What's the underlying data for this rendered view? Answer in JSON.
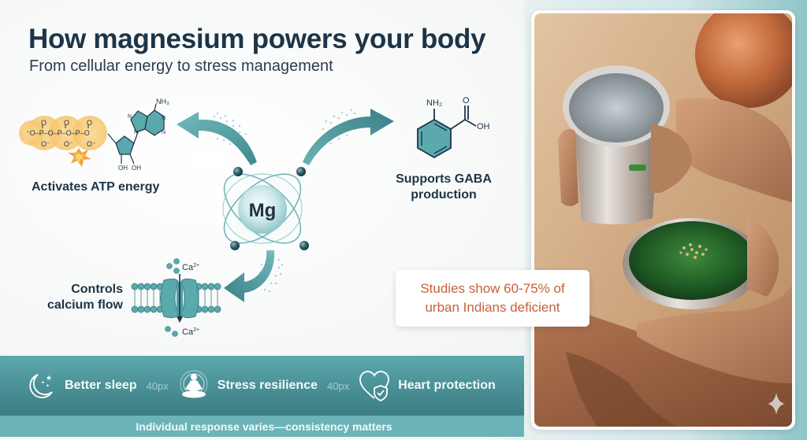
{
  "header": {
    "title": "How magnesium powers your body",
    "subtitle": "From cellular energy to stress management"
  },
  "diagram": {
    "center_element": "Mg",
    "functions": [
      {
        "id": "atp",
        "label": "Activates ATP energy",
        "molecule": "ATP",
        "molecule_labels": {
          "amine": "NH3",
          "hydroxyl_1": "OH",
          "hydroxyl_2": "OH"
        }
      },
      {
        "id": "gaba",
        "label": "Supports GABA production",
        "label_lines": [
          "Supports GABA",
          "production"
        ],
        "molecule_labels": {
          "amine": "NH2",
          "acid_oxygen": "O",
          "acid_hydroxyl": "OH"
        }
      },
      {
        "id": "calcium",
        "label": "Controls calcium flow",
        "label_lines": [
          "Controls",
          "calcium flow"
        ],
        "ion_top": "Ca2+",
        "ion_bottom": "Ca2+"
      }
    ],
    "colors": {
      "teal_dark": "#3f8a8f",
      "teal": "#5aa9ad",
      "teal_light": "#a9d5d7",
      "navy_text": "#1d3448",
      "atp_glow": "#f7c873",
      "spark": "#f4a23a"
    }
  },
  "benefits": {
    "items": [
      {
        "icon": "moon-stars-icon",
        "label": "Better sleep"
      },
      {
        "icon": "meditation-icon",
        "label": "Stress resilience"
      },
      {
        "icon": "heart-shield-icon",
        "label": "Heart protection"
      }
    ],
    "spacer_label": "40px"
  },
  "footer": {
    "note": "Individual response varies—consistency matters"
  },
  "callout": {
    "text_lines": [
      "Studies show 60-75% of",
      "urban Indians deficient"
    ],
    "color": "#c4623a"
  },
  "photo": {
    "description": "Hands holding a steel tumbler of water and a steel bowl of spinach with sesame seeds on burlap, copper pot in background"
  }
}
